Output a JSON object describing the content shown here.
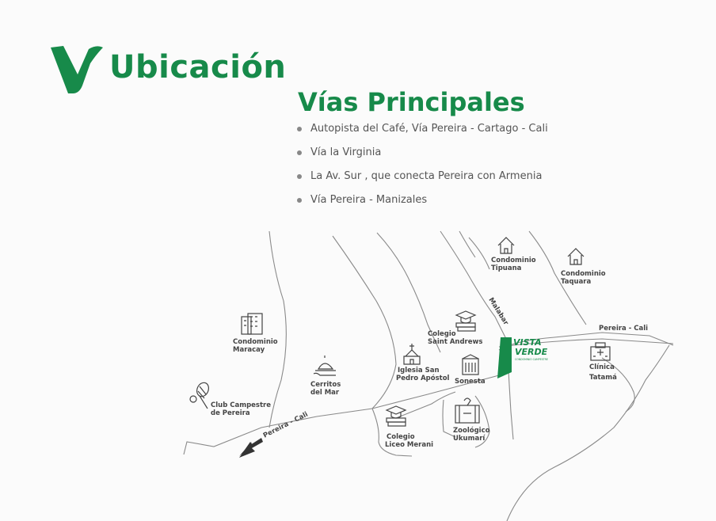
{
  "header": {
    "title": "Ubicación",
    "brand_color": "#178a4a"
  },
  "roads_section": {
    "title": "Vías Principales",
    "items": [
      "Autopista del Café, Vía Pereira - Cartago - Cali",
      "Vía la Virginia",
      "La Av. Sur , que conecta Pereira con Armenia",
      "Vía Pereira - Manizales"
    ]
  },
  "map": {
    "road_labels": {
      "pereira_cali_top": "Pereira - Cali",
      "pereira_cali_bottom": "Pereira - Cali",
      "malabar": "Malabar"
    },
    "project": {
      "line1": "VISTA",
      "line2": "VERDE",
      "tagline": "CONDOMINIO CAMPESTRE",
      "color": "#178a4a"
    },
    "places": {
      "condominio_tipuana": [
        "Condominio",
        "Tipuana"
      ],
      "condominio_taquara": [
        "Condominio",
        "Taquara"
      ],
      "condominio_maracay": [
        "Condominio",
        "Maracay"
      ],
      "colegio_saint_andrews": [
        "Colegio",
        "Saint Andrews"
      ],
      "iglesia": [
        "Iglesia San",
        "Pedro Apóstol"
      ],
      "sonesta": [
        "Sonesta"
      ],
      "clinica_tatama": [
        "Clínica",
        "Tatamá"
      ],
      "cerritos_del_mar": [
        "Cerritos",
        "del Mar"
      ],
      "club_campestre": [
        "Club Campestre",
        "de Pereira"
      ],
      "colegio_liceo_merani": [
        "Colegio",
        "Liceo Merani"
      ],
      "zoologico_ukumari": [
        "Zoológico",
        "Ukumarí"
      ]
    },
    "icons": {
      "house": "house-icon",
      "building": "building-icon",
      "school": "graduation-cap-icon",
      "church": "church-icon",
      "hotel": "hotel-icon",
      "hospital": "hospital-icon",
      "restaurant": "cloche-icon",
      "sport": "tennis-racket-icon",
      "zoo": "zoo-icon"
    }
  }
}
